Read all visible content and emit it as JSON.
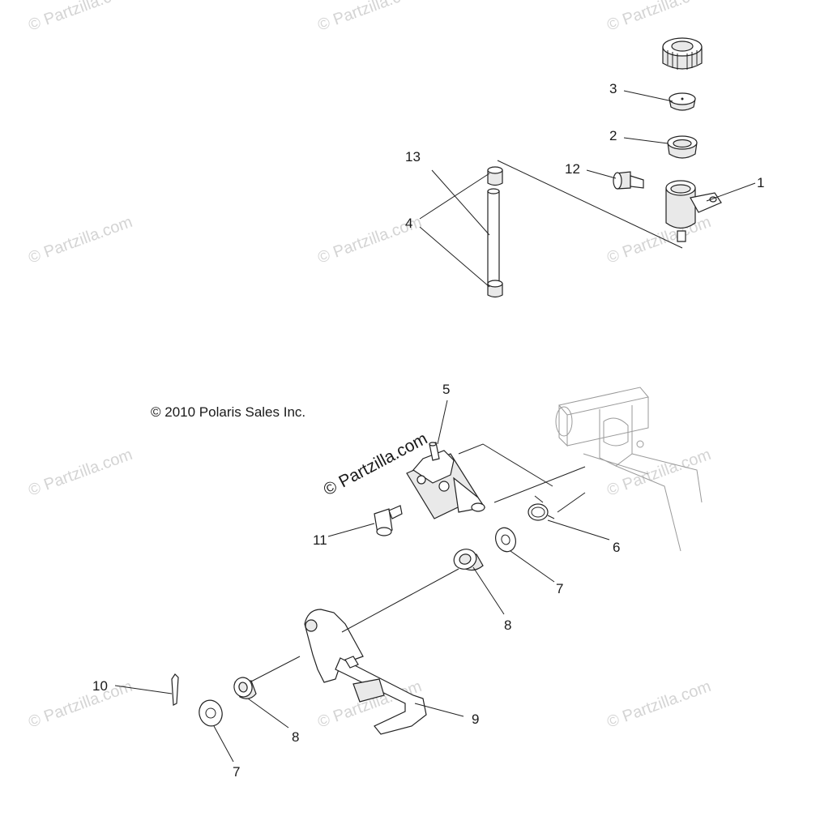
{
  "diagram": {
    "copyright": "© 2010 Polaris Sales Inc.",
    "watermark": "© Partzilla.com",
    "callouts": [
      "1",
      "2",
      "3",
      "4",
      "5",
      "6",
      "7",
      "7",
      "8",
      "8",
      "9",
      "10",
      "11",
      "12",
      "13"
    ]
  }
}
